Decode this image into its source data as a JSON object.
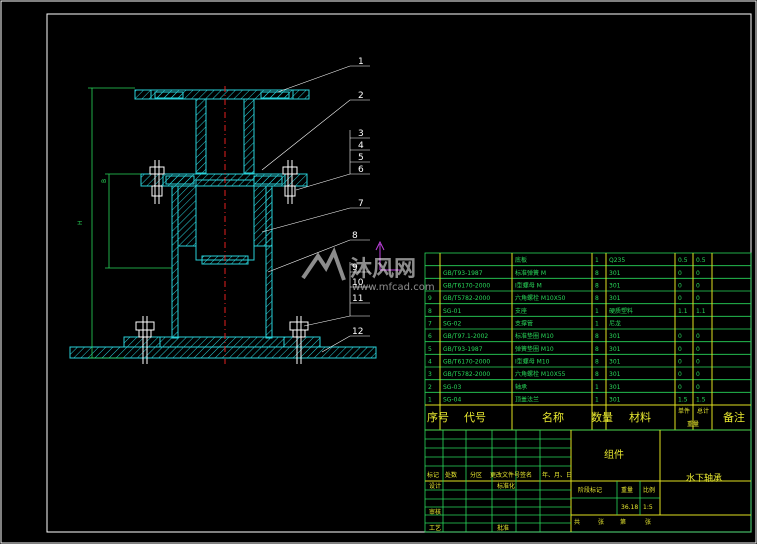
{
  "parts_list": {
    "rows": [
      {
        "no": "",
        "code": "",
        "name": "底板",
        "qty": "1",
        "material": "Q235",
        "w1": "0.5",
        "w2": "0.5"
      },
      {
        "no": "",
        "code": "GB/T93-1987",
        "name": "标准弹簧 M",
        "qty": "8",
        "material": "301",
        "w1": "0",
        "w2": "0"
      },
      {
        "no": "",
        "code": "GB/T6170-2000",
        "name": "I型螺母 M",
        "qty": "8",
        "material": "301",
        "w1": "0",
        "w2": "0"
      },
      {
        "no": "9",
        "code": "GB/T5782-2000",
        "name": "六角螺栓 M10X50",
        "qty": "8",
        "material": "301",
        "w1": "0",
        "w2": "0"
      },
      {
        "no": "8",
        "code": "SG-01",
        "name": "支座",
        "qty": "1",
        "material": "硬质塑料",
        "w1": "1.1",
        "w2": "1.1"
      },
      {
        "no": "7",
        "code": "SG-02",
        "name": "支撑管",
        "qty": "1",
        "material": "尼龙",
        "w1": "",
        "w2": ""
      },
      {
        "no": "6",
        "code": "GB/T97.1-2002",
        "name": "标准垫圈 M10",
        "qty": "8",
        "material": "301",
        "w1": "0",
        "w2": "0"
      },
      {
        "no": "5",
        "code": "GB/T93-1987",
        "name": "弹簧垫圈 M10",
        "qty": "8",
        "material": "301",
        "w1": "0",
        "w2": "0"
      },
      {
        "no": "4",
        "code": "GB/T6170-2000",
        "name": "I型螺母 M10",
        "qty": "8",
        "material": "301",
        "w1": "0",
        "w2": "0"
      },
      {
        "no": "3",
        "code": "GB/T5782-2000",
        "name": "六角螺栓 M10X55",
        "qty": "8",
        "material": "301",
        "w1": "0",
        "w2": "0"
      },
      {
        "no": "2",
        "code": "SG-03",
        "name": "轴承",
        "qty": "1",
        "material": "301",
        "w1": "0",
        "w2": "0"
      },
      {
        "no": "1",
        "code": "SG-04",
        "name": "顶盖法兰",
        "qty": "1",
        "material": "301",
        "w1": "1.5",
        "w2": "1.5"
      }
    ],
    "header": {
      "no": "序号",
      "code": "代号",
      "name": "名称",
      "qty": "数量",
      "material": "材料",
      "single": "单件",
      "total": "总计",
      "weight": "重量",
      "remark": "备注"
    }
  },
  "title_block": {
    "group_label": "组件",
    "drawing_title": "水下轴承",
    "row_labels": [
      "标记",
      "处数",
      "分区",
      "更改文件号",
      "签名",
      "年、月、日"
    ],
    "design": "设计",
    "standard": "标准化",
    "review": "审核",
    "process": "工艺",
    "approve": "批准",
    "stage": "阶段标记",
    "weight": "重量",
    "scale_label": "比例",
    "weight_value": "36.18",
    "scale_value": "1:5",
    "sheet_total": "共",
    "sheet_label": "张",
    "sheet_no": "第",
    "sheet_label2": "张"
  },
  "balloons": [
    "1",
    "2",
    "3",
    "4",
    "5",
    "6",
    "7",
    "8",
    "9",
    "10",
    "11",
    "12"
  ],
  "dimensions": {
    "h1": "H",
    "h2": "B"
  },
  "watermark": {
    "brand": "沐风网",
    "url": "www.mfcad.com"
  },
  "colors": {
    "outline": "#ffffff",
    "part": "#28d0d8",
    "table": "#28d85a",
    "text": "#e8e830",
    "centerline": "#e52020"
  }
}
